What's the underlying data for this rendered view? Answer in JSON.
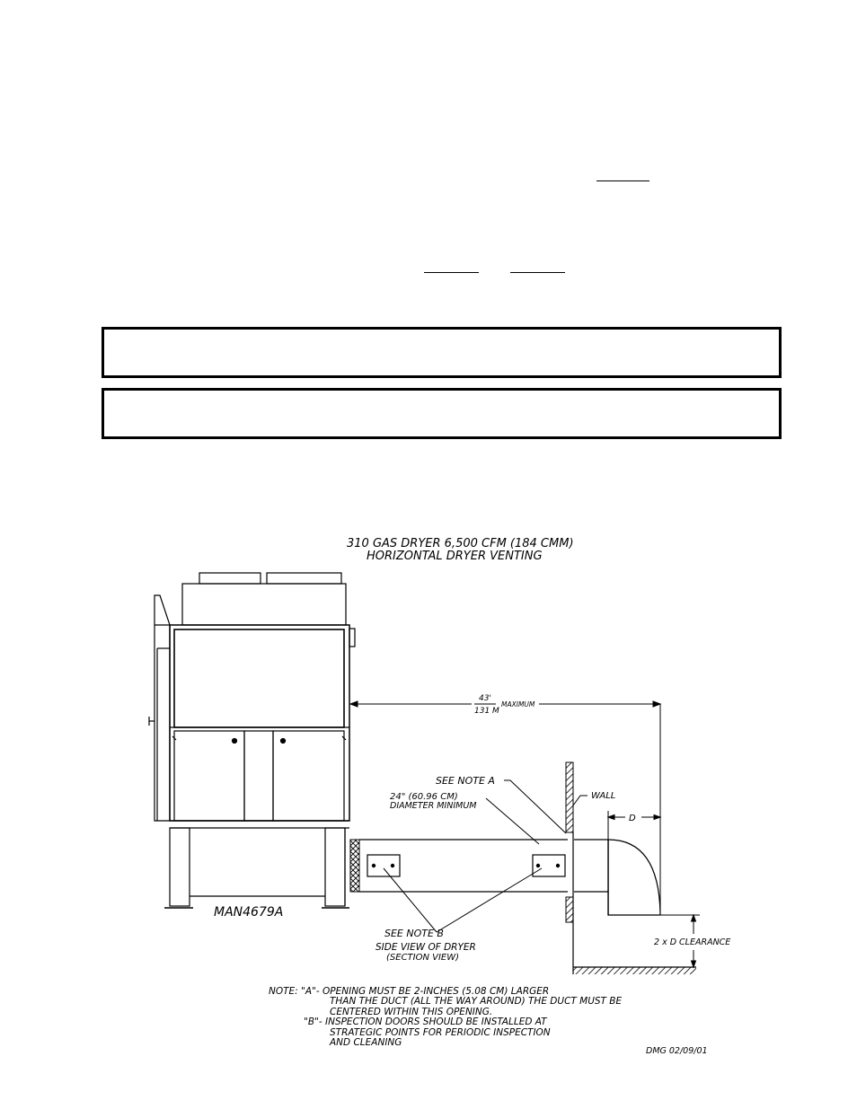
{
  "drawing": {
    "title_line1": "310 GAS DRYER 6,500 CFM (184 CMM)",
    "title_line2": "HORIZONTAL DRYER VENTING",
    "dim_feet": "43'",
    "dim_meters": "131 M",
    "dim_maximum": "MAXIMUM",
    "see_note_a": "SEE NOTE A",
    "duct_size_line1": "24\" (60.96 CM)",
    "duct_size_line2": "DIAMETER MINIMUM",
    "wall_label": "WALL",
    "d_label": "D",
    "clearance_label": "2 x D CLEARANCE",
    "see_note_b": "SEE NOTE B",
    "side_view_line1": "SIDE VIEW OF DRYER",
    "side_view_line2": "(SECTION VIEW)",
    "drawing_number": "MAN4679A",
    "note_line1": "NOTE: \"A\"- OPENING MUST BE 2-INCHES (5.08 CM) LARGER",
    "note_line2": "THAN THE DUCT (ALL THE WAY AROUND) THE DUCT MUST BE",
    "note_line3": "CENTERED WITHIN THIS OPENING.",
    "note_line4": "\"B\"- INSPECTION DOORS SHOULD BE INSTALLED AT",
    "note_line5": "STRATEGIC POINTS FOR PERIODIC INSPECTION",
    "note_line6": "AND CLEANING",
    "author_date": "DMG 02/09/01"
  }
}
